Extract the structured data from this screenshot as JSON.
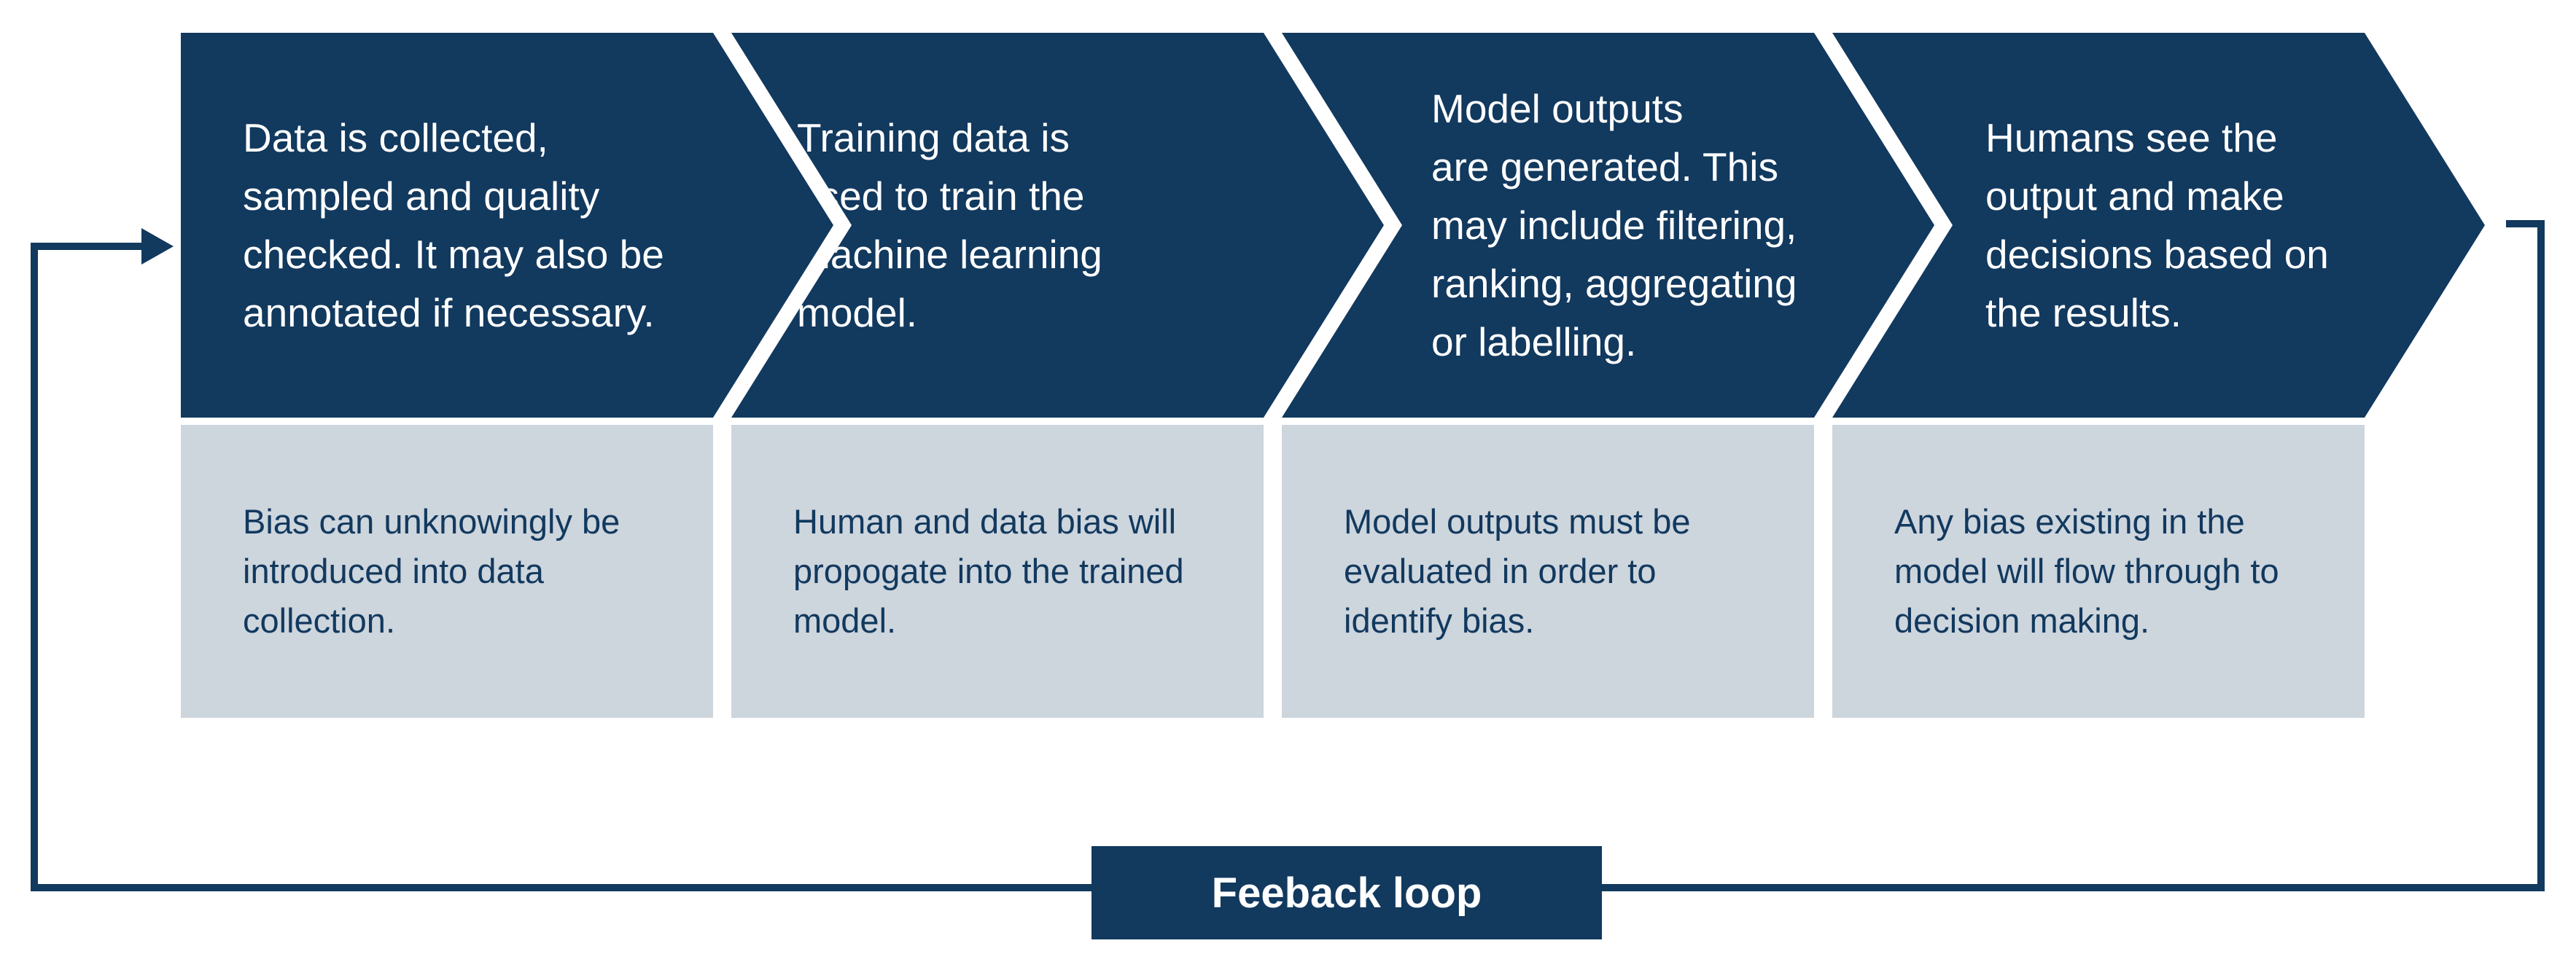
{
  "diagram": {
    "stages": [
      {
        "step": "Data is collected,\nsampled and quality\nchecked. It may also be\nannotated if necessary.",
        "bias": "Bias can unknowingly be\nintroduced into data\ncollection."
      },
      {
        "step": "Training data is\nused to train the\nmachine learning\nmodel.",
        "bias": "Human and data bias will\npropogate into the trained\nmodel."
      },
      {
        "step": "Model outputs\nare generated. This\nmay include filtering,\nranking, aggregating\nor labelling.",
        "bias": "Model outputs must be\nevaluated in order to\nidentify bias."
      },
      {
        "step": "Humans see the\noutput and make\ndecisions based on\nthe results.",
        "bias": "Any bias existing in the\nmodel will flow through to\ndecision making."
      }
    ],
    "feedback_label": "Feeback loop",
    "colors": {
      "navy": "#12395e",
      "light_gray_blue": "#cdd5dd",
      "text_on_navy": "#ffffff"
    }
  }
}
